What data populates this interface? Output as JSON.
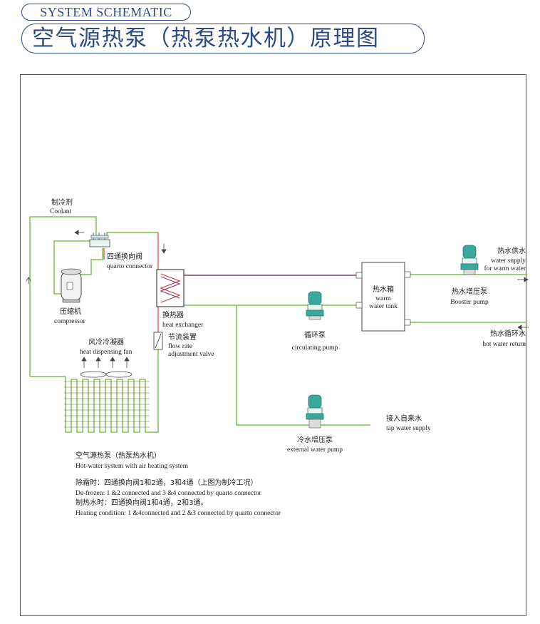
{
  "header": {
    "title_en": "SYSTEM SCHEMATIC",
    "title_zh": "空气源热泵（热泵热水机）原理图"
  },
  "labels": {
    "coolant_zh": "制冷剂",
    "coolant_en": "Coolant",
    "valve_zh": "四通换向阀",
    "valve_en": "quarto connector",
    "compressor_zh": "压缩机",
    "compressor_en": "compressor",
    "exchanger_zh": "换热器",
    "exchanger_en": "heat exchanger",
    "throttle_zh": "节流装置",
    "throttle_en_1": "flow rate",
    "throttle_en_2": "adjustment valve",
    "fan_zh": "风冷冷凝器",
    "fan_en": "heat dispensing fan",
    "tank_zh": "热水箱",
    "tank_en_1": "warm",
    "tank_en_2": "water tank",
    "circ_zh": "循环泵",
    "circ_en": "circulating pump",
    "booster_zh": "热水增压泵",
    "booster_en": "Booster pump",
    "supply_zh": "热水供水",
    "supply_en_1": "water supply",
    "supply_en_2": "for warm water",
    "return_zh": "热水循环水",
    "return_en": "hot water return",
    "tap_zh": "接入自来水",
    "tap_en": "tap water supply",
    "ext_zh": "冷水增压泵",
    "ext_en": "external water pump"
  },
  "notes": {
    "system_zh": "空气源热泵（热泵热水机）",
    "system_en": "Hot-water system with air heating system",
    "defrost_zh": "除霜时：四通换向阀1和2通，3和4通（上图为制冷工况）",
    "defrost_en": "De-frozen: 1 &2 connected and 3 &4 connected by quarto connector",
    "heating_zh": "制热水时：四通换向阀1和4通，2和3通。",
    "heating_en": "Heating condition: 1 &4connected and 2 &3 connected by quarto connector"
  },
  "colors": {
    "pipe_green": "#7cc24c",
    "pipe_red": "#d23a3a",
    "pipe_purple": "#8a3e6e",
    "pump_teal": "#3aa89a",
    "header_blue": "#2b4a86"
  }
}
